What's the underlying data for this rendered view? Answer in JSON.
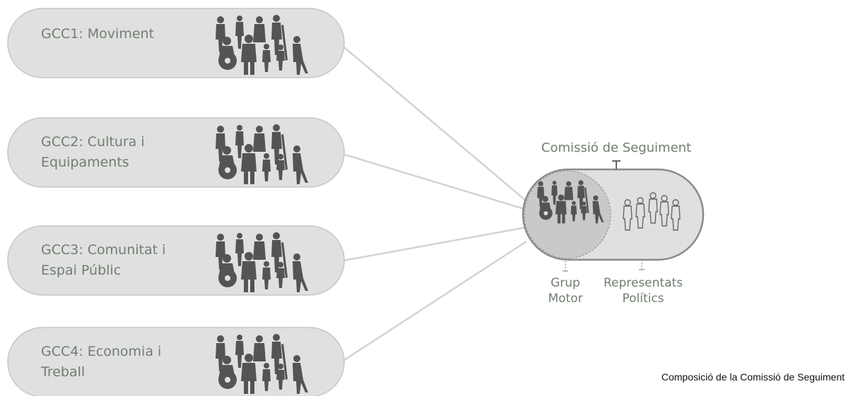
{
  "groups": [
    {
      "id": "gcc1",
      "lines": [
        "GCC1: Moviment"
      ]
    },
    {
      "id": "gcc2",
      "lines": [
        "GCC2: Cultura i",
        "Equipaments"
      ]
    },
    {
      "id": "gcc3",
      "lines": [
        "GCC3: Comunitat i",
        "Espai Públic"
      ]
    },
    {
      "id": "gcc4",
      "lines": [
        "GCC4: Economia i",
        "Treball"
      ]
    }
  ],
  "committee": {
    "title": "Comissió de Seguiment",
    "left_part": [
      "Grup",
      "Motor"
    ],
    "right_part": [
      "Representats",
      "Polítics"
    ]
  },
  "caption": "Composició de la Comissió de Seguiment",
  "colors": {
    "pill_fill": "#e0e0e0",
    "pill_stroke": "#c6c6c6",
    "connector": "#d3d3d3",
    "silhouette": "#545454",
    "text": "#6f7f70",
    "committee_fill": "#d8d8d8",
    "committee_stroke": "#8a8a8a"
  },
  "icons": [
    "people-silhouettes-icon",
    "person-outline-icon"
  ]
}
